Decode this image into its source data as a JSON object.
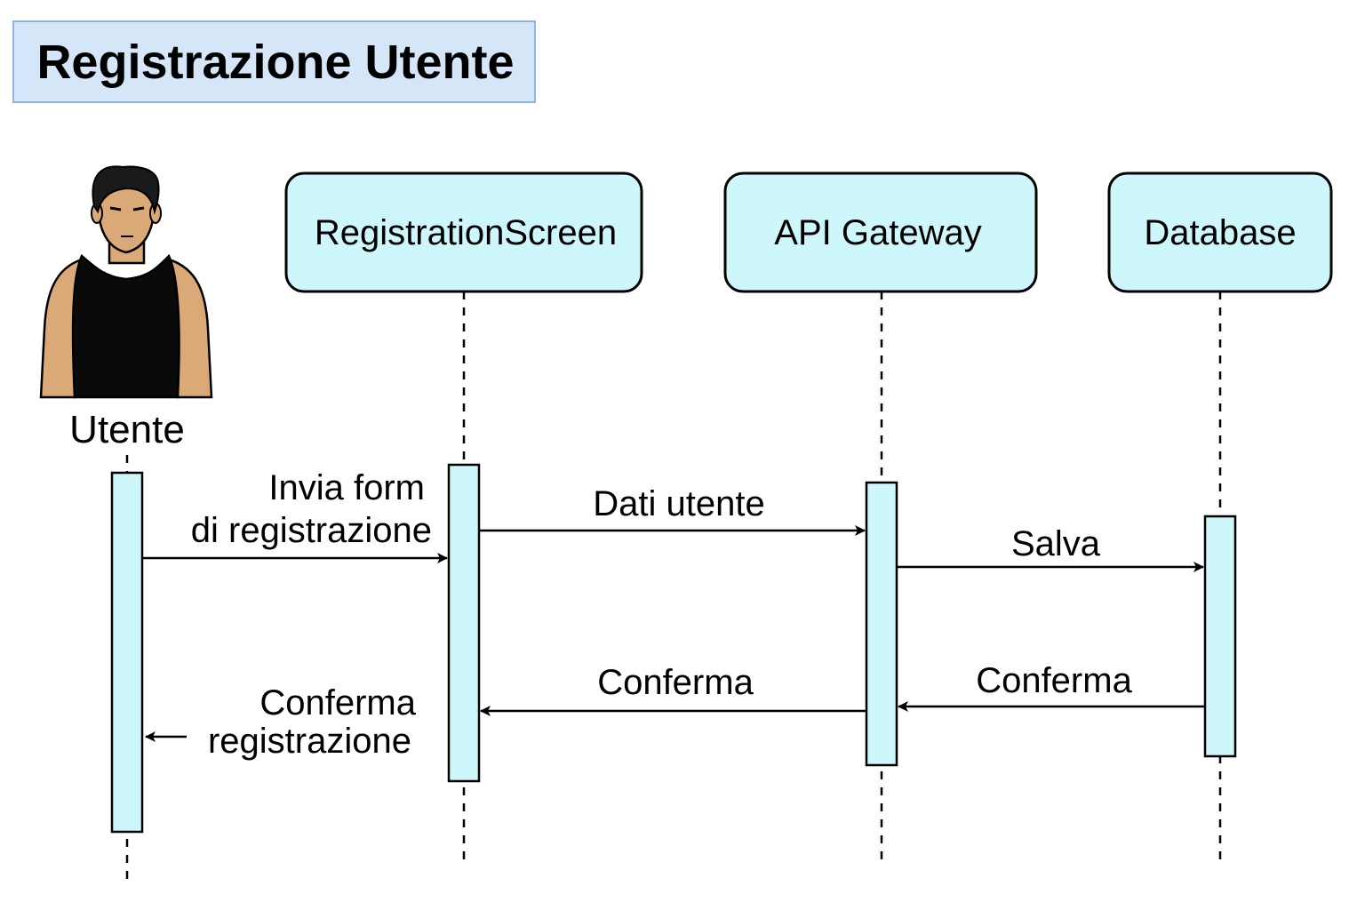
{
  "title": "Registrazione Utente",
  "colors": {
    "title_bg": "#d6e6f9",
    "title_border": "#8fb3e2",
    "participant_fill": "#cdf7fb",
    "activation_fill": "#cdf7fb",
    "line": "#000000",
    "skin": "#dba977",
    "shirt": "#0a0a0a",
    "hair": "#1a1a1a"
  },
  "actor": {
    "label": "Utente",
    "icon": "user-avatar-icon"
  },
  "participants": [
    {
      "label": "RegistrationScreen"
    },
    {
      "label": "API Gateway"
    },
    {
      "label": "Database"
    }
  ],
  "messages": [
    {
      "label_lines": [
        "Invia form",
        "di registrazione"
      ]
    },
    {
      "label_lines": [
        "Dati utente"
      ]
    },
    {
      "label_lines": [
        "Salva"
      ]
    },
    {
      "label_lines": [
        "Conferma"
      ]
    },
    {
      "label_lines": [
        "Conferma"
      ]
    },
    {
      "label_lines": [
        "Conferma",
        "registrazione"
      ]
    }
  ]
}
